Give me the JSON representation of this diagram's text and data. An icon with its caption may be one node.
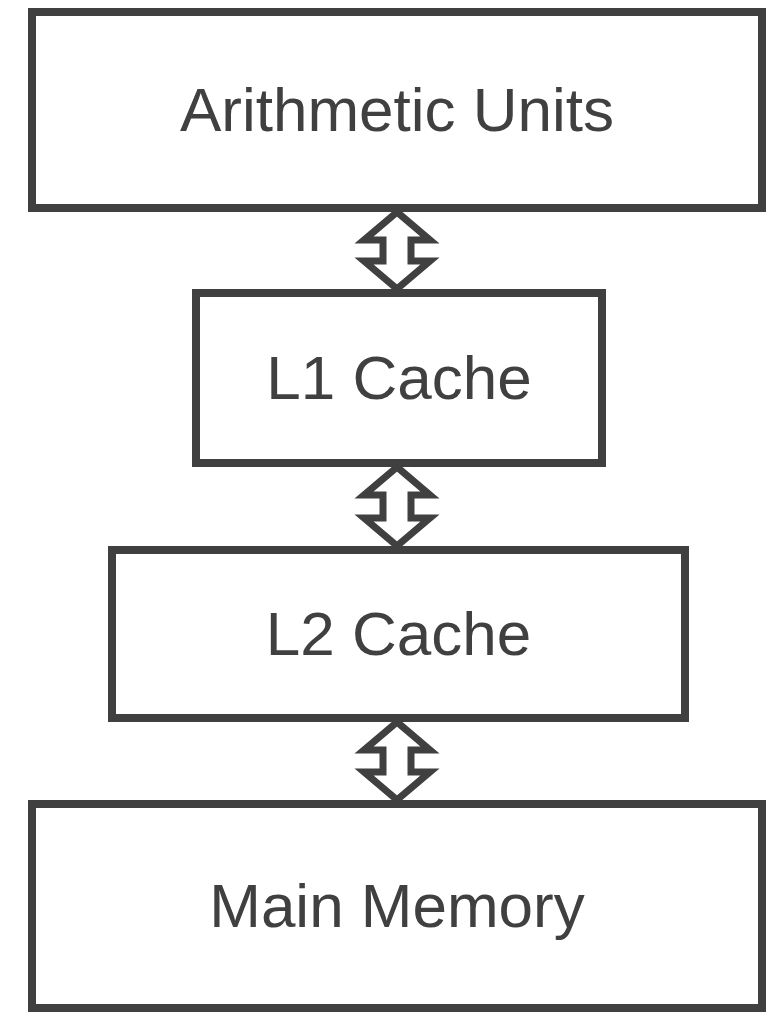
{
  "diagram": {
    "nodes": [
      {
        "text": [
          "Arithmetic Units"
        ]
      },
      {
        "text": [
          "L1 Cache"
        ]
      },
      {
        "text": [
          "L2 Cache"
        ]
      },
      {
        "text": [
          "Main Memory"
        ]
      }
    ],
    "edges": [
      {
        "from": 0,
        "to": 1,
        "arrow": "both"
      },
      {
        "from": 1,
        "to": 2,
        "arrow": "both"
      },
      {
        "from": 2,
        "to": 3,
        "arrow": "both"
      }
    ]
  }
}
